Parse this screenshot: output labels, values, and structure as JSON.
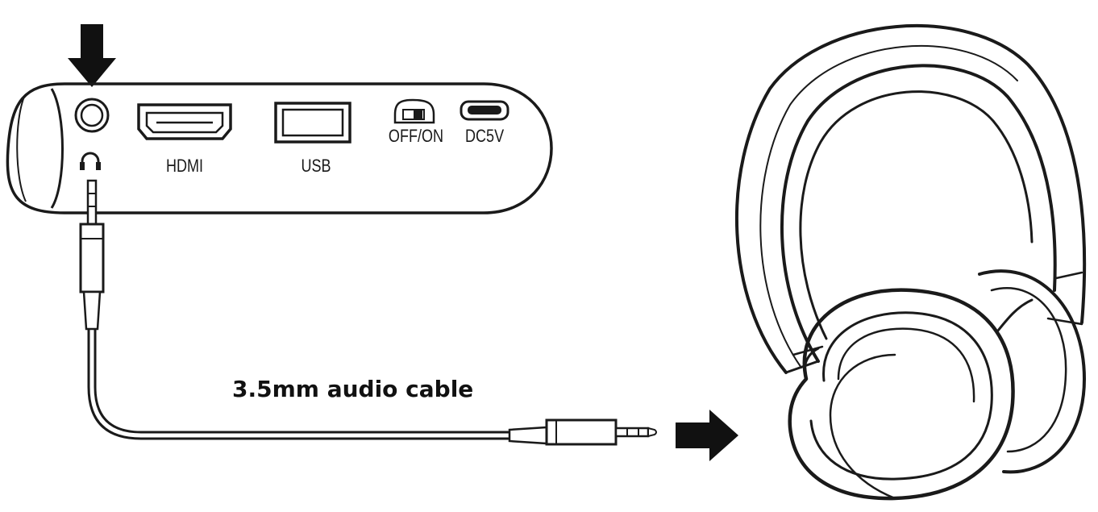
{
  "device": {
    "ports": {
      "hdmi": "HDMI",
      "usb": "USB",
      "switch": "OFF/ON",
      "dc": "DC5V"
    }
  },
  "cable": {
    "label": "3.5mm audio cable"
  },
  "icons": {
    "down_arrow": "down-arrow-icon",
    "right_arrow": "right-arrow-icon",
    "headphone_port": "headphone-icon",
    "headphones": "headphones-illustration"
  },
  "colors": {
    "line": "#1a1a1a",
    "background": "#ffffff"
  }
}
